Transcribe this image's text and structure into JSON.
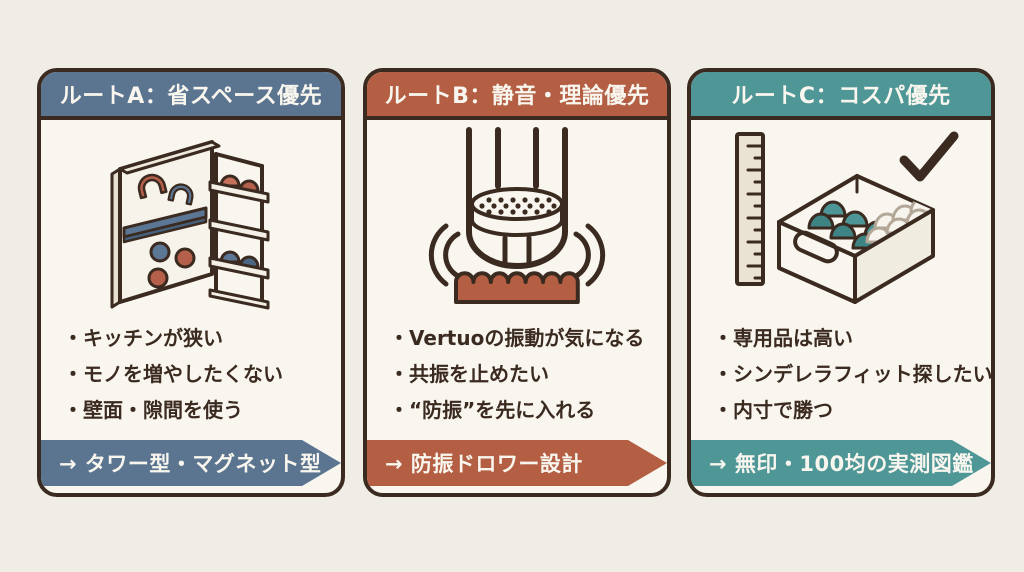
{
  "page": {
    "background_color": "#efede6",
    "ink_color": "#3b2a1f",
    "card_background": "#f8f6ef"
  },
  "illustration_colors": {
    "red": "#b5604a",
    "blue": "#5b7795",
    "teal": "#4d9596",
    "pad_terracotta": "#b45f44",
    "ruler_beige": "#eae2d3",
    "capsule_white": "#f7f4ed"
  },
  "cards": [
    {
      "id": "route-a",
      "header_label": "ルートA：省スペース優先",
      "accent_color": "#5b7591",
      "illustration": "wall-magnet-rack-icon",
      "bullets": [
        "・キッチンが狭い",
        "・モノを増やしたくない",
        "・壁面・隙間を使う"
      ],
      "banner_label": "→ タワー型・マグネット型"
    },
    {
      "id": "route-b",
      "header_label": "ルートB：静音・理論優先",
      "accent_color": "#b45f44",
      "illustration": "anti-vibration-pad-icon",
      "bullets": [
        "・Vertuoの振動が気になる",
        "・共振を止めたい",
        "・“防振”を先に入れる"
      ],
      "banner_label": "→ 防振ドロワー設計"
    },
    {
      "id": "route-c",
      "header_label": "ルートC：コスパ優先",
      "accent_color": "#4f9697",
      "illustration": "measured-storage-box-icon",
      "bullets": [
        "・専用品は高い",
        "・シンデレラフィット探したい",
        "・内寸で勝つ"
      ],
      "banner_label": "→ 無印・100均の実測図鑑"
    }
  ]
}
